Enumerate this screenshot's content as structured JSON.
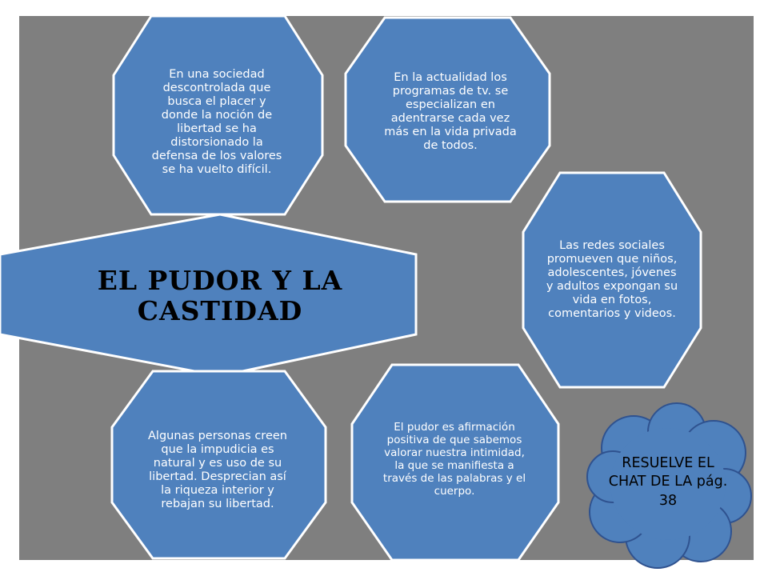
{
  "diagram": {
    "colors": {
      "slide_background": "#7f7f7f",
      "hexagon_fill": "#4f81bd",
      "hexagon_border": "#ffffff",
      "cloud_fill": "#4f81bd",
      "cloud_border": "#2f528f"
    },
    "central_topic": "EL PUDOR Y LA CASTIDAD",
    "hexagons": [
      {
        "text": "En una sociedad descontrolada que busca el placer y donde la noción de libertad se ha distorsionado  la defensa de los valores se ha vuelto difícil."
      },
      {
        "text": "En la actualidad los programas de tv. se especializan en adentrarse cada vez más en la vida privada de todos."
      },
      {
        "text": "Las redes sociales promueven que niños, adolescentes, jóvenes y adultos expongan su vida en fotos, comentarios y videos."
      },
      {
        "text": "Algunas personas creen que la impudicia es natural y es uso de su libertad. Desprecian así la riqueza interior y rebajan su libertad."
      },
      {
        "text": "El pudor es afirmación positiva de que sabemos valorar nuestra intimidad, la que se manifiesta a través de las palabras y el cuerpo."
      }
    ],
    "callout": {
      "line1": "RESUELVE",
      "line2": "EL CHAT",
      "line3": "DE LA  pág.",
      "line4": "38"
    }
  }
}
